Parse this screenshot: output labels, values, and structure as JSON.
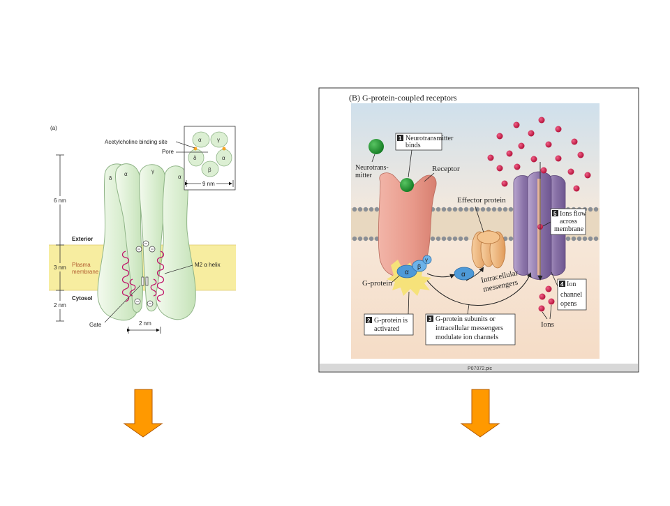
{
  "left_figure": {
    "panel_label": "(a)",
    "acetylcholine_label": "Acetylcholine binding site",
    "pore_label": "Pore",
    "inset_subunits": [
      "α",
      "γ",
      "δ",
      "α",
      "β"
    ],
    "inset_scale": "9 nm",
    "subunit_labels": [
      "δ",
      "α",
      "γ",
      "α"
    ],
    "scale_6nm": "6 nm",
    "scale_3nm": "3 nm",
    "scale_2nm": "2 nm",
    "exterior": "Exterior",
    "plasma_membrane_1": "Plasma",
    "plasma_membrane_2": "membrane",
    "cytosol": "Cytosol",
    "m2_helix": "M2 α helix",
    "gate": "Gate",
    "pore_width": "2 nm"
  },
  "right_figure": {
    "title": "(B) G-protein-coupled receptors",
    "step1_num": "1",
    "step1_line1": "Neurotransmitter",
    "step1_line2": "binds",
    "neurotransmitter_1": "Neurotrans-",
    "neurotransmitter_2": "mitter",
    "receptor": "Receptor",
    "effector": "Effector protein",
    "step5_num": "5",
    "step5_line1": "Ions flow",
    "step5_line2": "across",
    "step5_line3": "membrane",
    "g_protein": "G-protein",
    "alpha": "α",
    "beta": "β",
    "gamma": "γ",
    "intracellular_1": "Intracellular",
    "intracellular_2": "messengers",
    "step4_num": "4",
    "step4_line1": "Ion",
    "step4_line2": "channel",
    "step4_line3": "opens",
    "ions": "Ions",
    "step2_num": "2",
    "step2_line1": "G-protein is",
    "step2_line2": "activated",
    "step3_num": "3",
    "step3_line1": "G-protein subunits or",
    "step3_line2": "intracellular messengers",
    "step3_line3": "modulate ion channels",
    "footer": "P07072.pic"
  },
  "colors": {
    "arrow_fill": "#FF9900",
    "membrane_band": "#F7EDA0",
    "subunit_green": "#DDEFD5",
    "helix_magenta": "#C0186B",
    "receptor_pink": "#E8998A",
    "channel_purple": "#8A73A8",
    "ion_red": "#C8103C",
    "neurotransmitter_green": "#1E8E2C",
    "gprotein_blue": "#4E9AD8",
    "effector_orange": "#F0B070"
  },
  "icons": [
    "arrow-down-icon",
    "arrow-down-icon"
  ]
}
